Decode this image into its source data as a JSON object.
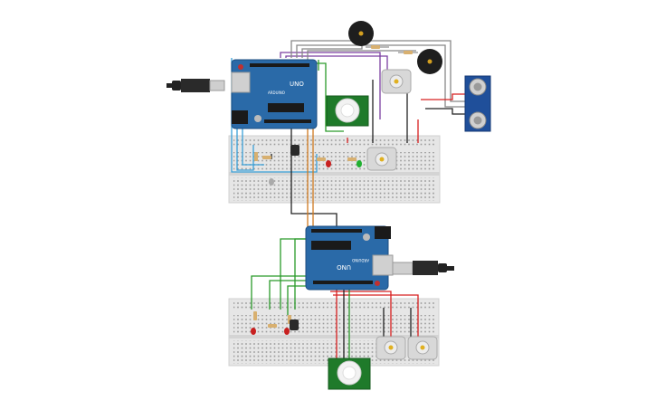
{
  "arduino_top": {
    "model_label": "UNO",
    "brand_label": "ARDUINO"
  },
  "arduino_bottom": {
    "model_label": "UNO",
    "brand_label": "ARDUINO"
  },
  "colors": {
    "breadboard": "#e6e6e6",
    "arduino_board": "#2a6aa8",
    "pir_board": "#1f7a2a",
    "ultrasonic_board": "#1f4f9a",
    "wire_blue": "#3aa0d8",
    "wire_purple": "#7b3fa0",
    "wire_gray": "#888888",
    "wire_black": "#222222",
    "wire_red": "#d82020",
    "wire_green": "#2a9a2a",
    "wire_orange": "#d07a20"
  },
  "components": [
    "usb-cable",
    "arduino-uno",
    "pir-sensor",
    "dc-motor",
    "buzzer",
    "ultrasonic-sensor",
    "breadboard",
    "resistor",
    "led-red",
    "led-green",
    "temperature-sensor"
  ]
}
